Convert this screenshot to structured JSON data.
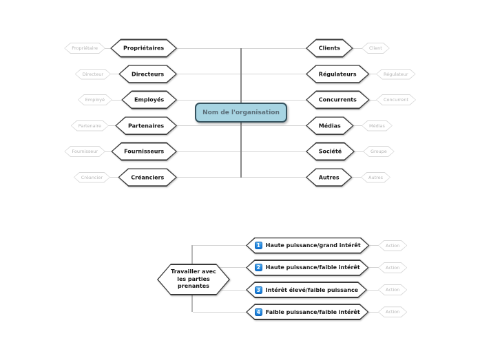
{
  "root": {
    "label": "Nom de l'organisation"
  },
  "map": {
    "left": [
      {
        "label": "Propriétaires",
        "sub": "Propriétaire"
      },
      {
        "label": "Directeurs",
        "sub": "Directeur"
      },
      {
        "label": "Employés",
        "sub": "Employé"
      },
      {
        "label": "Partenaires",
        "sub": "Partenaire"
      },
      {
        "label": "Fournisseurs",
        "sub": "Fournisseur"
      },
      {
        "label": "Créanciers",
        "sub": "Créancier"
      }
    ],
    "right": [
      {
        "label": "Clients",
        "sub": "Client"
      },
      {
        "label": "Régulateurs",
        "sub": "Régulateur"
      },
      {
        "label": "Concurrents",
        "sub": "Concurrent"
      },
      {
        "label": "Médias",
        "sub": "Médias"
      },
      {
        "label": "Société",
        "sub": "Groupe"
      },
      {
        "label": "Autres",
        "sub": "Autres"
      }
    ]
  },
  "strategy": {
    "root_label": "Travailler avec les parties prenantes",
    "items": [
      {
        "number": "1",
        "label": "Haute puissance/grand intérêt",
        "sub": "Action"
      },
      {
        "number": "2",
        "label": "Haute puissance/faible intérêt",
        "sub": "Action"
      },
      {
        "number": "3",
        "label": "Intérêt élevé/faible puissance",
        "sub": "Action"
      },
      {
        "number": "4",
        "label": "Faible puissance/faible intérêt",
        "sub": "Action"
      }
    ]
  },
  "colors": {
    "root_fill": "#a7d4e2",
    "root_border": "#35525e",
    "root_text": "#5a6d78",
    "node_border": "#3a3a3a",
    "sub_border": "#d8d8d8",
    "sub_text": "#b5b5b5",
    "line": "#d4d4d4",
    "trunk": "#878787",
    "trunk_light": "#b8b8b8",
    "priority_icon_blue": "#1377d6"
  }
}
